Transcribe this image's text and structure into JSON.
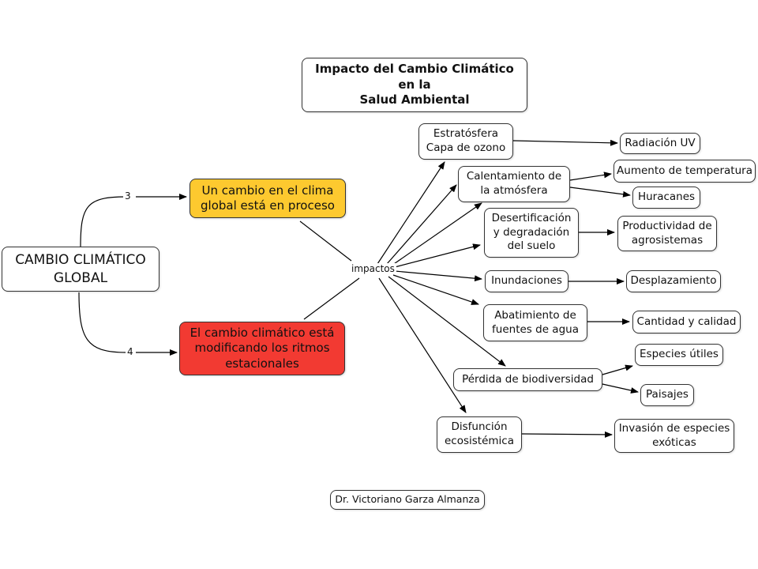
{
  "title": "Impacto del Cambio Climático\nen la\nSalud Ambiental",
  "root": "CAMBIO CLIMÁTICO\nGLOBAL",
  "branches": [
    {
      "label": "3",
      "text": "Un cambio en el clima\nglobal está en proceso",
      "color": "#fdc92f"
    },
    {
      "label": "4",
      "text": "El cambio climático está\nmodificando los ritmos\nestacionales",
      "color": "#f23a32"
    }
  ],
  "hub": "impactos",
  "impacts": [
    {
      "text": "Estratósfera\nCapa de ozono",
      "effects": [
        "Radiación UV"
      ]
    },
    {
      "text": "Calentamiento de\nla atmósfera",
      "effects": [
        "Aumento de temperatura",
        "Huracanes"
      ]
    },
    {
      "text": "Desertificación\ny degradación\ndel suelo",
      "effects": [
        "Productividad de\nagrosistemas"
      ]
    },
    {
      "text": "Inundaciones",
      "effects": [
        "Desplazamiento"
      ]
    },
    {
      "text": "Abatimiento de\nfuentes de agua",
      "effects": [
        "Cantidad y calidad"
      ]
    },
    {
      "text": "Pérdida de biodiversidad",
      "effects": [
        "Especies útiles",
        "Paisajes"
      ]
    },
    {
      "text": "Disfunción\necosistémica",
      "effects": [
        "Invasión de especies\nexóticas"
      ]
    }
  ],
  "author": "Dr. Victoriano Garza Almanza"
}
